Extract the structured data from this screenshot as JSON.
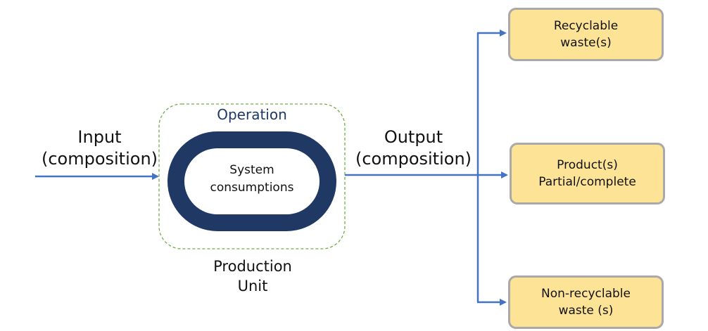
{
  "input": {
    "line1": "Input",
    "line2": "(composition)"
  },
  "output": {
    "line1": "Output",
    "line2": "(composition)"
  },
  "unit": {
    "operation": "Operation",
    "core_line1": "System",
    "core_line2": "consumptions",
    "name_line1": "Production",
    "name_line2": "Unit"
  },
  "outputs": [
    {
      "line1": "Recyclable",
      "line2": "waste(s)"
    },
    {
      "line1": "Product(s)",
      "line2": "Partial/complete"
    },
    {
      "line1": "Non-recyclable",
      "line2": "waste (s)"
    }
  ],
  "colors": {
    "arrow": "#4472c4",
    "ring": "#1f3864",
    "dashed_border": "#70ad47",
    "output_fill": "#fde396",
    "output_border": "#a9a9a9"
  }
}
